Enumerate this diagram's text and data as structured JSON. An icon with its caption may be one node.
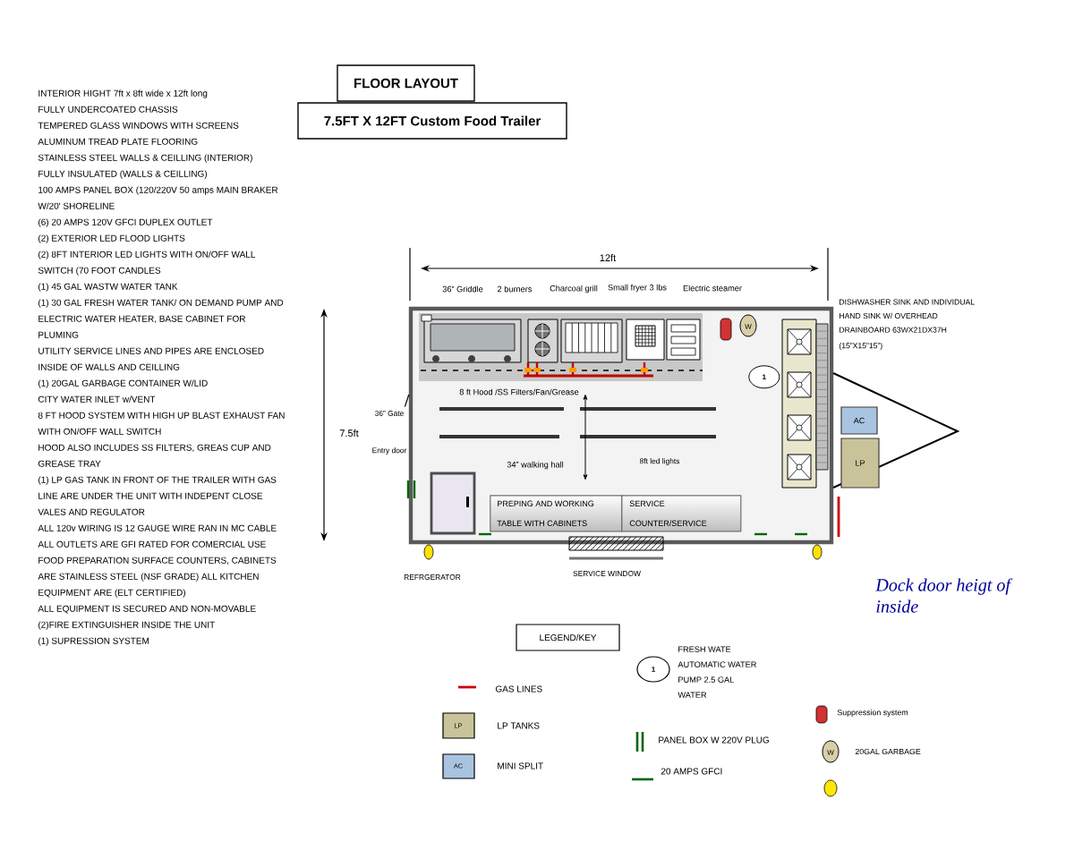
{
  "diagram": {
    "title": "FLOOR LAYOUT",
    "nodes": [
      {
        "text": [
          "7.5FT X 12FT Custom Food Trailer"
        ]
      },
      {
        "text": [],
        "shape": "box"
      },
      {
        "text": [
          "1"
        ],
        "in": 1
      },
      {
        "text": [
          "PREPING AND WORKING TABLE WITH CABINETS"
        ],
        "in": 1
      },
      {
        "text": [
          "SERVICE COUNTER/SERVICE"
        ],
        "in": 1
      },
      {
        "text": [
          "AC"
        ]
      },
      {
        "text": [
          "LP"
        ]
      },
      {
        "text": [
          "36” Gate"
        ]
      },
      {
        "text": [
          "LEGEND/KEY"
        ]
      },
      {
        "text": [
          "1"
        ],
        "beside": [
          "FRESH WATE AUTOMATIC WATER PUMP 2.5 GAL WATER"
        ]
      }
    ],
    "edges": [
      {
        "from": 7,
        "to": 1,
        "arrow": "none"
      }
    ],
    "labels": [
      "INTERIOR HIGHT 7ft x 8ft wide x 12ft long",
      "FULLY UNDERCOATED CHASSIS",
      "TEMPERED GLASS WINDOWS WITH SCREENS",
      "ALUMINUM TREAD PLATE FLOORING",
      "STAINLESS STEEL WALLS & CEILLING (INTERIOR)",
      "FULLY INSULATED (WALLS & CEILLING)",
      "100 AMPS PANEL BOX (120/220V 50 amps MAIN BRAKER W/20' SHORELINE",
      "(6) 20 AMPS 120V GFCI DUPLEX OUTLET",
      "(2) EXTERIOR LED FLOOD LIGHTS",
      "(2) 8FT INTERIOR LED LIGHTS WITH ON/OFF WALL SWITCH (70 FOOT CANDLES",
      "(1) 45 GAL WASTW WATER TANK",
      "(1) 30 GAL FRESH WATER TANK/ ON DEMAND PUMP AND ELECTRIC WATER HEATER, BASE CABINET FOR PLUMING",
      "UTILITY SERVICE LINES AND PIPES ARE ENCLOSED INSIDE OF WALLS AND CEILLING",
      "(1) 20GAL GARBAGE CONTAINER W/LID",
      "CITY WATER INLET w/VENT",
      "8 FT HOOD SYSTEM WITH HIGH UP BLAST EXHAUST FAN WITH ON/OFF WALL SWITCH",
      "HOOD ALSO INCLUDES SS FILTERS, GREAS CUP AND GREASE TRAY",
      "(1) LP GAS TANK IN FRONT OF THE TRAILER WITH GAS LINE ARE UNDER THE UNIT WITH INDEPENT CLOSE VALES AND REGULATOR",
      "ALL 120v WIRING IS 12 GAUGE WIRE RAN IN MC CABLE ALL OUTLETS ARE GFI RATED FOR COMERCIAL USE",
      "FOOD PREPARATION SURFACE COUNTERS, CABINETS ARE STAINLESS STEEL (NSF GRADE) ALL KITCHEN EQUIPMENT ARE (ELT CERTIFIED)",
      "ALL EQUIPMENT IS SECURED AND NON-MOVABLE",
      "(2)FIRE EXTINGUISHER INSIDE THE UNIT",
      "(1) SUPRESSION SYSTEM",
      "12ft",
      "36” Griddle",
      "2 burners",
      "Charcoal grill",
      "Small fryer 3 lbs",
      "Electric steamer",
      "DISHWASHER SINK AND INDIVIDUAL HAND SINK W/ OVERHEAD DRAINBOARD 63WX21DX37H",
      "(15”X15”15”)",
      "W",
      "8 ft Hood /SS Filters/Fan/Grease",
      "7.5ft",
      "Entry door",
      "34” walking hall",
      "8ft led lights",
      "REFRGERATOR",
      "SERVICE WINDOW",
      "Dock door heigt of inside",
      "LP",
      "AC",
      "W"
    ],
    "legend": [
      {
        "text": "GAS LINES"
      },
      {
        "text": "LP TANKS",
        "color": "#c8c39a"
      },
      {
        "text": "MINI SPLIT",
        "color": "#a9c4e0"
      },
      {
        "text": "PANEL BOX W 220V PLUG"
      },
      {
        "text": "20 AMPS GFCI"
      },
      {
        "text": "Suppression system"
      },
      {
        "text": "20GAL GARBAGE"
      }
    ]
  }
}
